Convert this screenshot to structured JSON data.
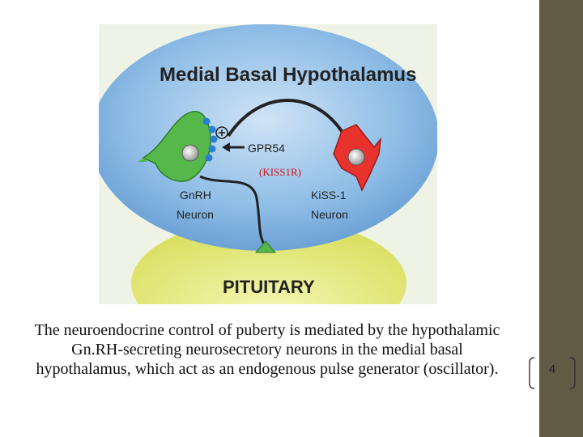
{
  "diagram": {
    "title": "Medial Basal Hypothalamus",
    "receptor_label": "GPR54",
    "receptor_alt": "(KISS1R)",
    "plus_sign": "⊕",
    "gnrh_line1": "GnRH",
    "gnrh_line2": "Neuron",
    "kiss_line1": "KiSS-1",
    "kiss_line2": "Neuron",
    "pituitary_label": "PITUITARY",
    "colors": {
      "hypothalamus_bg": "#6fa6d8",
      "pituitary_bg": "#e6ea7a",
      "gnrh_neuron": "#56b84a",
      "kiss_neuron": "#e8322d",
      "receptor_dots": "#2a7fd0",
      "receptor_text": "#d0141a"
    }
  },
  "caption": "The neuroendocrine control of puberty is mediated by the hypothalamic Gn.RH-secreting neurosecretory neurons in the medial basal hypothalamus, which act as an endogenous pulse generator (oscillator).",
  "page_number": "4",
  "colors": {
    "sidebar": "#5f5b45"
  }
}
